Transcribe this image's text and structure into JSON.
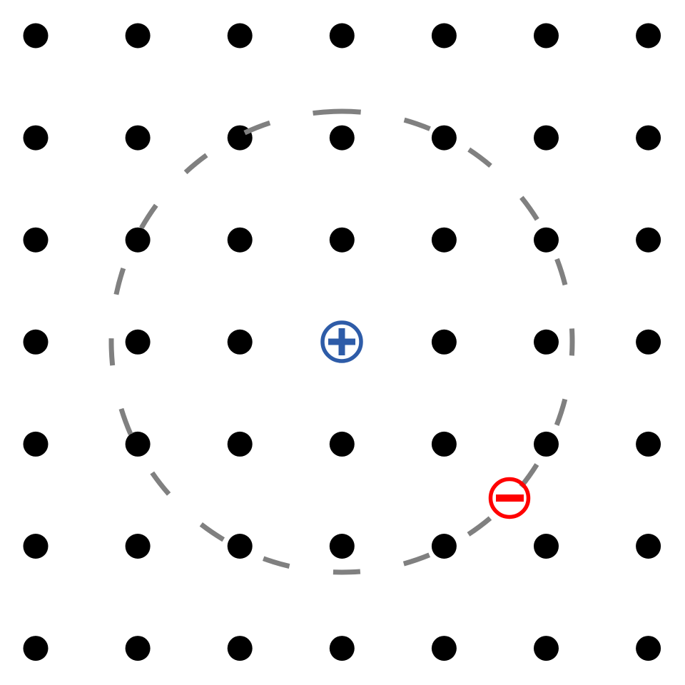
{
  "diagram": {
    "lattice": {
      "rows": 7,
      "cols": 7,
      "color": "#000000"
    },
    "boundary": {
      "style": "dashed",
      "color": "#808080"
    },
    "positive_charge": {
      "symbol": "+",
      "color": "#2e5ca8"
    },
    "negative_charge": {
      "symbol": "-",
      "color": "#ff0000"
    }
  }
}
